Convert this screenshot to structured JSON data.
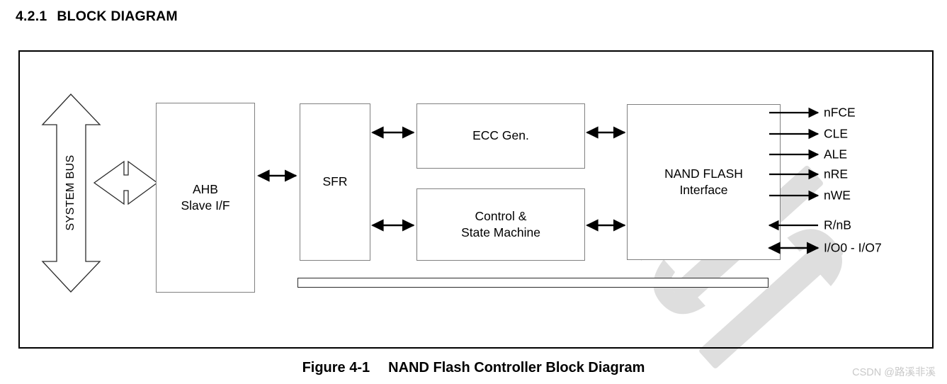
{
  "heading": {
    "number": "4.2.1",
    "title": "BLOCK DIAGRAM"
  },
  "diagram": {
    "system_bus_label": "SYSTEM BUS",
    "blocks": [
      {
        "id": "ahb",
        "label": "AHB\nSlave I/F"
      },
      {
        "id": "sfr",
        "label": "SFR"
      },
      {
        "id": "ecc",
        "label": "ECC Gen."
      },
      {
        "id": "ctrl",
        "label": "Control &\nState Machine"
      },
      {
        "id": "nand",
        "label": "NAND FLASH\nInterface"
      }
    ],
    "signals": [
      {
        "name": "nFCE",
        "direction": "out"
      },
      {
        "name": "CLE",
        "direction": "out"
      },
      {
        "name": "ALE",
        "direction": "out"
      },
      {
        "name": "nRE",
        "direction": "out"
      },
      {
        "name": "nWE",
        "direction": "out"
      },
      {
        "name": "R/nB",
        "direction": "in"
      },
      {
        "name": "I/O0 - I/O7",
        "direction": "bidirectional"
      }
    ],
    "connections": [
      {
        "from": "system-bus",
        "to": "ahb",
        "direction": "bidirectional"
      },
      {
        "from": "ahb",
        "to": "sfr",
        "direction": "bidirectional"
      },
      {
        "from": "sfr",
        "to": "ecc",
        "direction": "bidirectional"
      },
      {
        "from": "sfr",
        "to": "ctrl",
        "direction": "bidirectional"
      },
      {
        "from": "ecc",
        "to": "nand",
        "direction": "bidirectional"
      },
      {
        "from": "ctrl",
        "to": "nand",
        "direction": "bidirectional"
      }
    ]
  },
  "caption": {
    "figure_number": "Figure 4-1",
    "figure_title": "NAND Flash Controller Block Diagram"
  },
  "watermark": {
    "text": "CSDN @路溪非溪"
  },
  "colors": {
    "frame": "#000000",
    "block_border": "#808080",
    "arrow": "#000000",
    "watermark_text": "#c9c9c9",
    "watermark_shape": "#dcdcdc"
  }
}
